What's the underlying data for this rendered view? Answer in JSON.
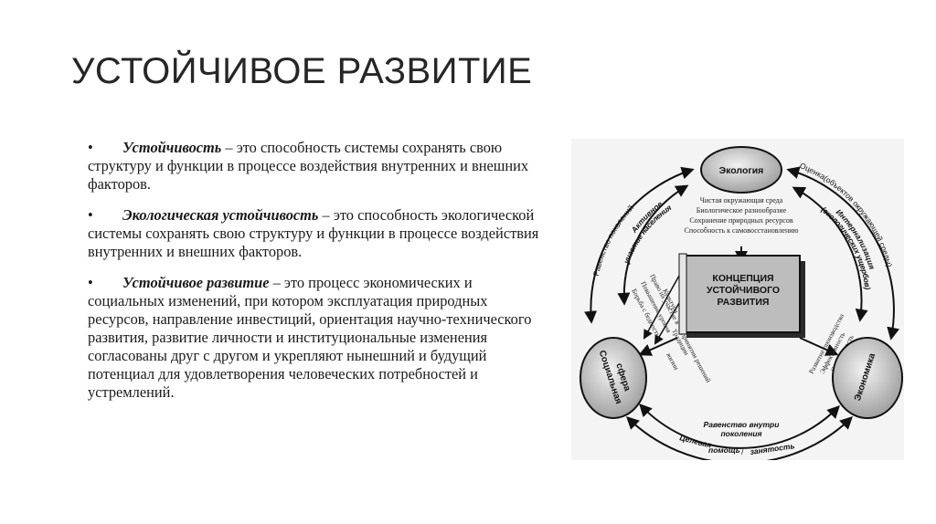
{
  "title": "УСТОЙЧИВОЕ РАЗВИТИЕ",
  "bullets": [
    {
      "marker": "•",
      "term": "Устойчивость",
      "text": " – это способность системы сохранять свою структуру и функции в процессе воздействия внутренних и внешних факторов."
    },
    {
      "marker": "•",
      "term": "Экологическая устойчивость",
      "text": " – это способность экологической системы сохранять свою структуру и функции в процессе воздействия внутренних и внешних факторов."
    },
    {
      "marker": "•",
      "term": "Устойчивое развитие",
      "text": " – это процесс экономических и социальных изменений, при котором эксплуатация природных ресурсов, направление инвестиций, ориентация научно-технического развития, развитие личности и институциональные изменения согласованы друг с другом и укрепляют нынешний и будущий потенциал для удовлетворения человеческих потребностей и устремлений."
    }
  ],
  "diagram": {
    "ecology": "Экология",
    "social_line1": "Социальная",
    "social_line2": "сфера",
    "economy": "Экономика",
    "center_line1": "КОНЦЕПЦИЯ",
    "center_line2": "УСТОЙЧИВОГО",
    "center_line3": "РАЗВИТИЯ",
    "ecology_items": [
      "Чистая окружающая среда",
      "Биологическое разнообразие",
      "Сохранение природных ресурсов",
      "Способность к самовосстановлению"
    ],
    "social_items": [
      "Культура",
      "Право на участие в",
      "Повышение уровня",
      "Борьба с бедностью"
    ],
    "social_items_b": [
      "Традиции",
      "принятии решений",
      "жизни"
    ],
    "economy_items": [
      "Развитие производства",
      "Эффективность",
      "Стабильность"
    ],
    "arc_left_outer": "Равенство поколений",
    "arc_left_inner_1": "Активное",
    "arc_left_inner_2": "участие населения",
    "arc_right_outer": "Оценка(объектов окружающей среды)",
    "arc_right_inner_1": "Интернализация",
    "arc_right_inner_2": "(экологических ущербов)",
    "bottom_inner_1": "Равенство внутри",
    "bottom_inner_2": "поколения",
    "bottom_outer_1": "Целевая",
    "bottom_outer_2": "помощь",
    "bottom_outer_3": "/",
    "bottom_outer_4": "занятость"
  }
}
